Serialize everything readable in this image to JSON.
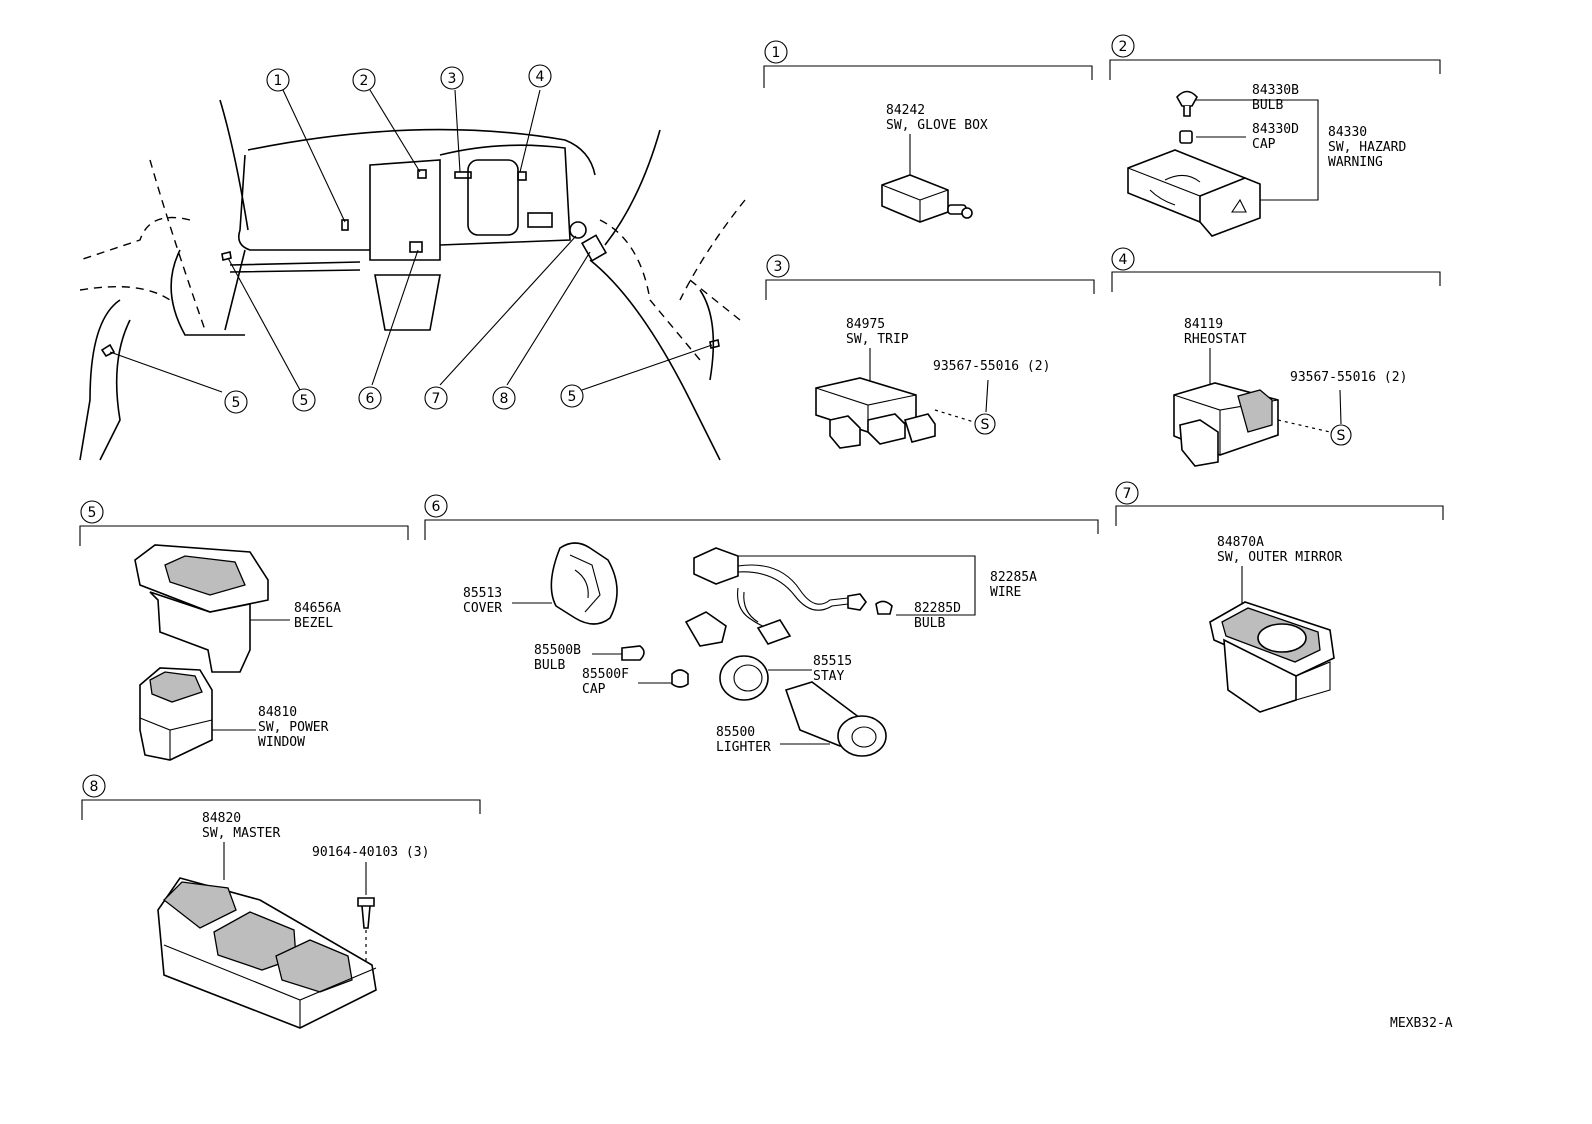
{
  "callouts": [
    "1",
    "2",
    "3",
    "4",
    "5",
    "6",
    "7",
    "8"
  ],
  "overview_markers": [
    "1",
    "2",
    "3",
    "4",
    "5",
    "5",
    "6",
    "7",
    "8",
    "5"
  ],
  "sections": {
    "s1": {
      "num": "1",
      "part": "84242",
      "name": "SW, GLOVE BOX"
    },
    "s2": {
      "num": "2",
      "bulb_no": "84330B",
      "bulb": "BULB",
      "cap_no": "84330D",
      "cap": "CAP",
      "sw_no": "84330",
      "sw1": "SW, HAZARD",
      "sw2": "WARNING"
    },
    "s3": {
      "num": "3",
      "part": "84975",
      "name": "SW, TRIP",
      "screw": "93567-55016 (2)",
      "s_mark": "S"
    },
    "s4": {
      "num": "4",
      "part": "84119",
      "name": "RHEOSTAT",
      "screw": "93567-55016 (2)",
      "s_mark": "S"
    },
    "s5": {
      "num": "5",
      "bezel_no": "84656A",
      "bezel": "BEZEL",
      "sw_no": "84810",
      "sw1": "SW, POWER",
      "sw2": "WINDOW"
    },
    "s6": {
      "num": "6",
      "cover_no": "85513",
      "cover": "COVER",
      "wire_no": "82285A",
      "wire": "WIRE",
      "bulb2_no": "82285D",
      "bulb2": "BULB",
      "bulb_no": "85500B",
      "bulb": "BULB",
      "cap_no": "85500F",
      "cap": "CAP",
      "stay_no": "85515",
      "stay": "STAY",
      "lighter_no": "85500",
      "lighter": "LIGHTER"
    },
    "s7": {
      "num": "7",
      "part": "84870A",
      "name": "SW, OUTER MIRROR"
    },
    "s8": {
      "num": "8",
      "part": "84820",
      "name": "SW, MASTER",
      "screw": "90164-40103 (3)"
    }
  },
  "figure_code": "MEXB32-A"
}
